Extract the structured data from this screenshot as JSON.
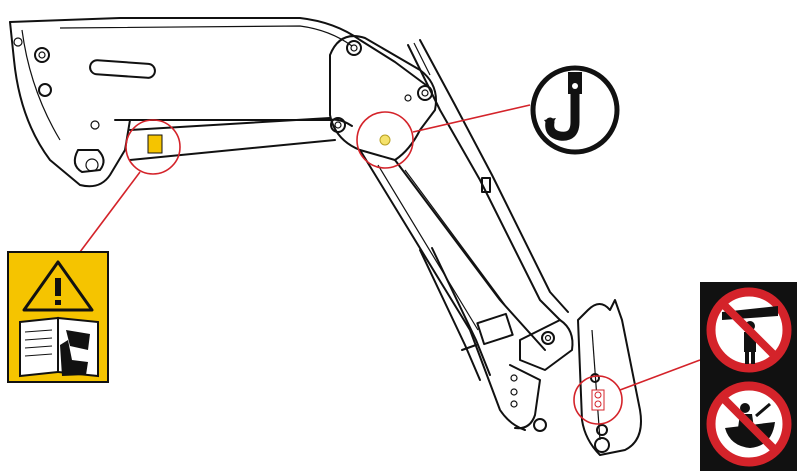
{
  "figure": {
    "description_hidden": "",
    "colors": {
      "line": "#111111",
      "callout": "#d4232a",
      "warning_yellow": "#f5c400",
      "prohibition_red": "#d4232a",
      "decal_black": "#111111"
    },
    "decals": [
      {
        "id": "read-manual-decal",
        "icon": "warning-read-manual-icon"
      },
      {
        "id": "lift-point-decal",
        "icon": "lift-hook-icon"
      },
      {
        "id": "no-standing-under-decal",
        "icon": "no-standing-under-load-icon"
      },
      {
        "id": "no-riding-bucket-decal",
        "icon": "no-riding-in-bucket-icon"
      }
    ]
  }
}
